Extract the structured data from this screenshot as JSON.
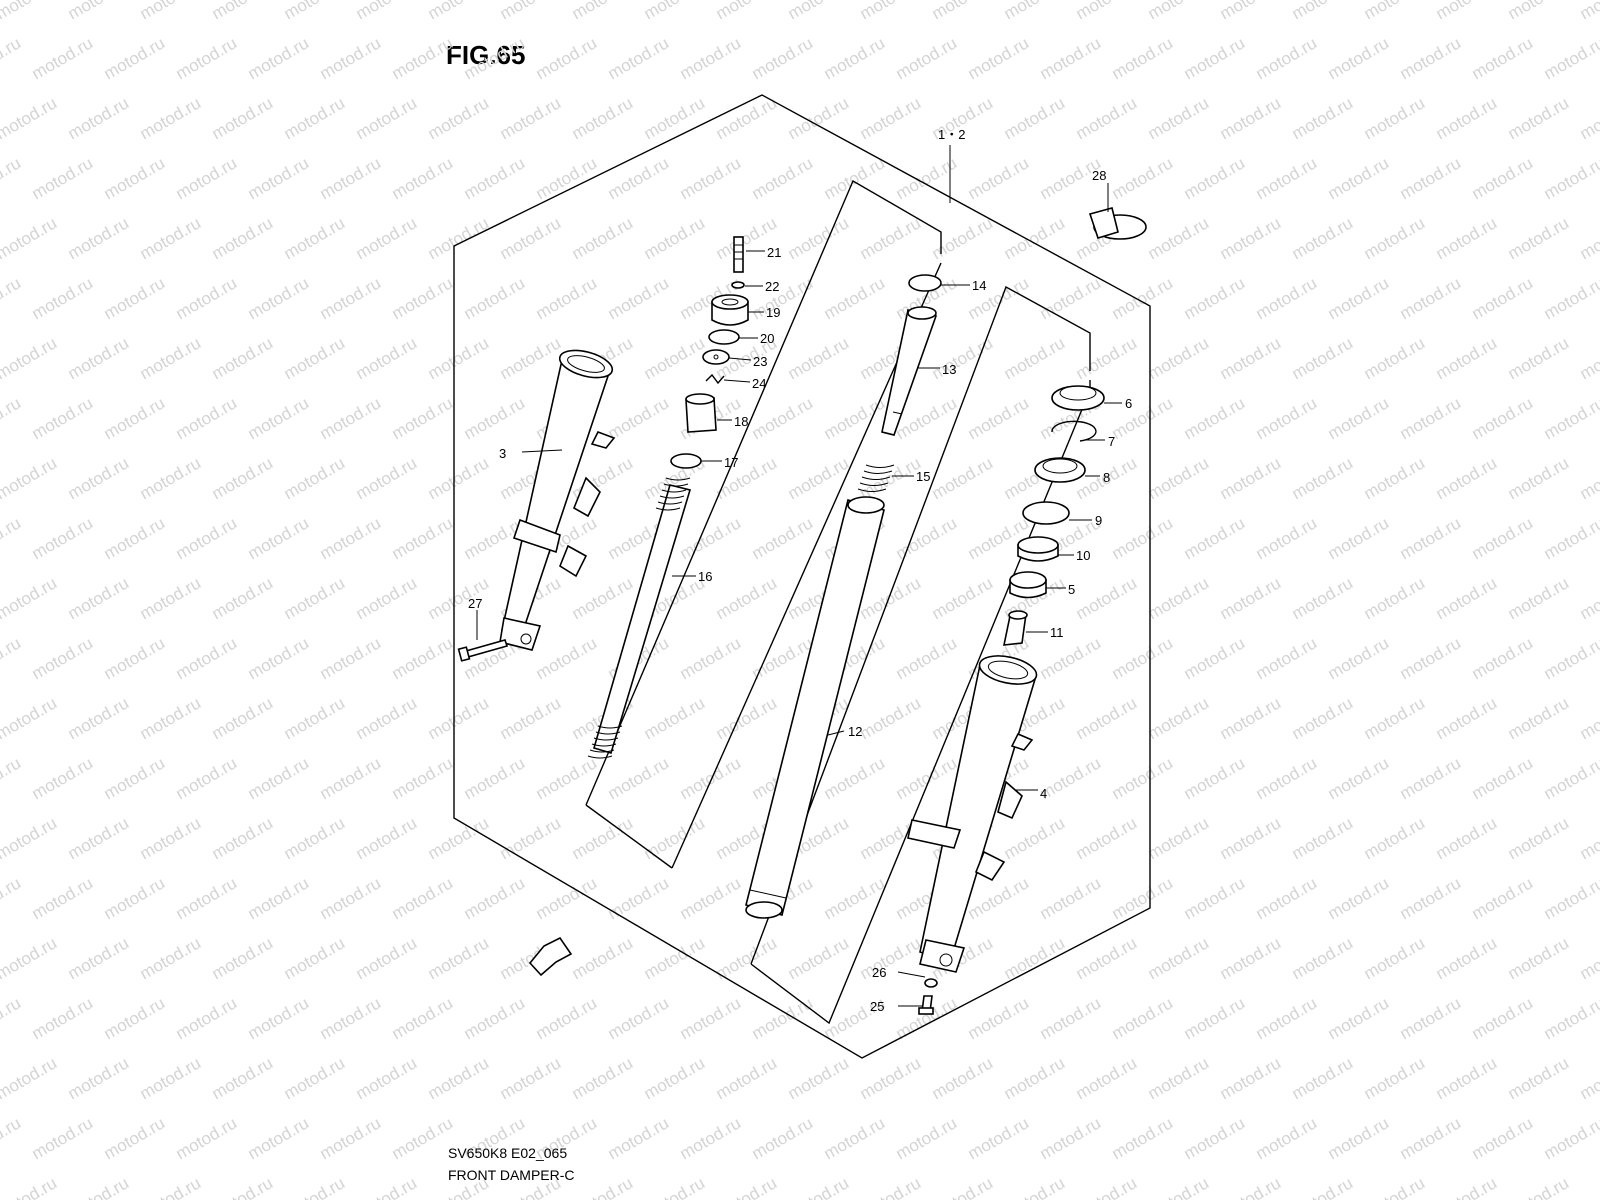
{
  "figure": {
    "title": "FIG.65",
    "code": "SV650K8 E02_065",
    "caption": "FRONT DAMPER-C",
    "watermark": "motod.ru",
    "direction_marker": "FWD"
  },
  "callouts": [
    {
      "id": "c12h",
      "text": "1・2"
    },
    {
      "id": "c3",
      "text": "3"
    },
    {
      "id": "c4",
      "text": "4"
    },
    {
      "id": "c5",
      "text": "5"
    },
    {
      "id": "c6",
      "text": "6"
    },
    {
      "id": "c7",
      "text": "7"
    },
    {
      "id": "c8",
      "text": "8"
    },
    {
      "id": "c9",
      "text": "9"
    },
    {
      "id": "c10",
      "text": "10"
    },
    {
      "id": "c11",
      "text": "11"
    },
    {
      "id": "c12",
      "text": "12"
    },
    {
      "id": "c13",
      "text": "13"
    },
    {
      "id": "c14",
      "text": "14"
    },
    {
      "id": "c15",
      "text": "15"
    },
    {
      "id": "c16",
      "text": "16"
    },
    {
      "id": "c17",
      "text": "17"
    },
    {
      "id": "c18",
      "text": "18"
    },
    {
      "id": "c19",
      "text": "19"
    },
    {
      "id": "c20",
      "text": "20"
    },
    {
      "id": "c21",
      "text": "21"
    },
    {
      "id": "c22",
      "text": "22"
    },
    {
      "id": "c23",
      "text": "23"
    },
    {
      "id": "c24",
      "text": "24"
    },
    {
      "id": "c25",
      "text": "25"
    },
    {
      "id": "c26",
      "text": "26"
    },
    {
      "id": "c27",
      "text": "27"
    },
    {
      "id": "c28",
      "text": "28"
    }
  ]
}
